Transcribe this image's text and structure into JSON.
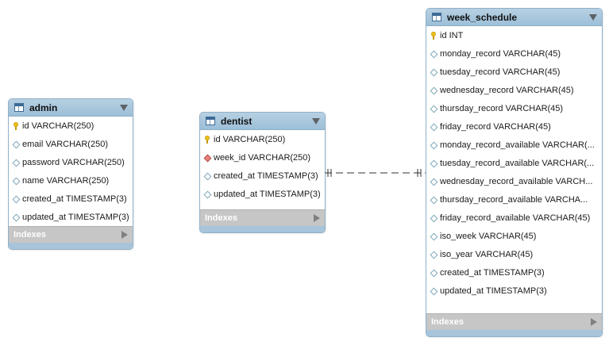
{
  "tables": {
    "admin": {
      "name": "admin",
      "columns": [
        {
          "text": "id VARCHAR(250)",
          "icon": "primary-key-icon"
        },
        {
          "text": "email VARCHAR(250)",
          "icon": "column-diamond-icon"
        },
        {
          "text": "password VARCHAR(250)",
          "icon": "column-diamond-icon"
        },
        {
          "text": "name VARCHAR(250)",
          "icon": "column-diamond-icon"
        },
        {
          "text": "created_at TIMESTAMP(3)",
          "icon": "column-diamond-icon"
        },
        {
          "text": "updated_at TIMESTAMP(3)",
          "icon": "column-diamond-icon"
        }
      ],
      "indexes_label": "Indexes"
    },
    "dentist": {
      "name": "dentist",
      "columns": [
        {
          "text": "id VARCHAR(250)",
          "icon": "primary-key-icon"
        },
        {
          "text": "week_id VARCHAR(250)",
          "icon": "foreign-key-diamond-icon"
        },
        {
          "text": "created_at TIMESTAMP(3)",
          "icon": "column-diamond-icon"
        },
        {
          "text": "updated_at TIMESTAMP(3)",
          "icon": "column-diamond-icon"
        }
      ],
      "indexes_label": "Indexes"
    },
    "week_schedule": {
      "name": "week_schedule",
      "columns": [
        {
          "text": "id INT",
          "icon": "primary-key-icon"
        },
        {
          "text": "monday_record VARCHAR(45)",
          "icon": "column-diamond-icon"
        },
        {
          "text": "tuesday_record VARCHAR(45)",
          "icon": "column-diamond-icon"
        },
        {
          "text": "wednesday_record VARCHAR(45)",
          "icon": "column-diamond-icon"
        },
        {
          "text": "thursday_record VARCHAR(45)",
          "icon": "column-diamond-icon"
        },
        {
          "text": "friday_record VARCHAR(45)",
          "icon": "column-diamond-icon"
        },
        {
          "text": "monday_record_available VARCHAR(...",
          "icon": "column-diamond-icon"
        },
        {
          "text": "tuesday_record_available VARCHAR(...",
          "icon": "column-diamond-icon"
        },
        {
          "text": "wednesday_record_available VARCH...",
          "icon": "column-diamond-icon"
        },
        {
          "text": "thursday_record_available VARCHA...",
          "icon": "column-diamond-icon"
        },
        {
          "text": "friday_record_available VARCHAR(45)",
          "icon": "column-diamond-icon"
        },
        {
          "text": "iso_week VARCHAR(45)",
          "icon": "column-diamond-icon"
        },
        {
          "text": "iso_year VARCHAR(45)",
          "icon": "column-diamond-icon"
        },
        {
          "text": "created_at TIMESTAMP(3)",
          "icon": "column-diamond-icon"
        },
        {
          "text": "updated_at TIMESTAMP(3)",
          "icon": "column-diamond-icon"
        }
      ],
      "indexes_label": "Indexes"
    }
  },
  "relationship": {
    "from": "dentist",
    "to": "week_schedule",
    "style": "dashed",
    "cardinality": "one-to-one"
  },
  "colors": {
    "header": "#9cbfd8",
    "border": "#8fb0c8",
    "indexes_bar": "#c6c6c6",
    "footer": "#a8c4da",
    "line": "#333333"
  }
}
